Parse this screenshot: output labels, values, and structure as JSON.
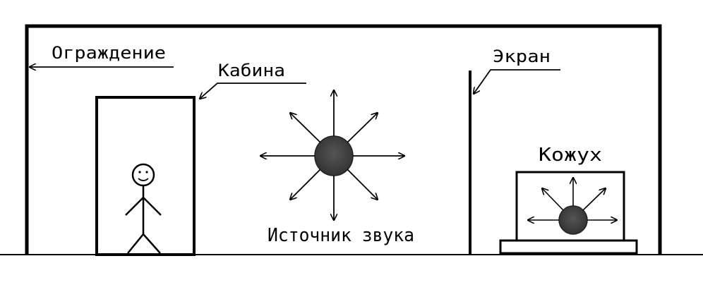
{
  "labels": {
    "enclosure": "Ограждение",
    "cabin": "Кабина",
    "screen": "Экран",
    "casing": "Кожух",
    "sound_source": "Источник звука"
  },
  "colors": {
    "ink": "#000000",
    "paper": "#ffffff",
    "source_fill": "#444444"
  }
}
